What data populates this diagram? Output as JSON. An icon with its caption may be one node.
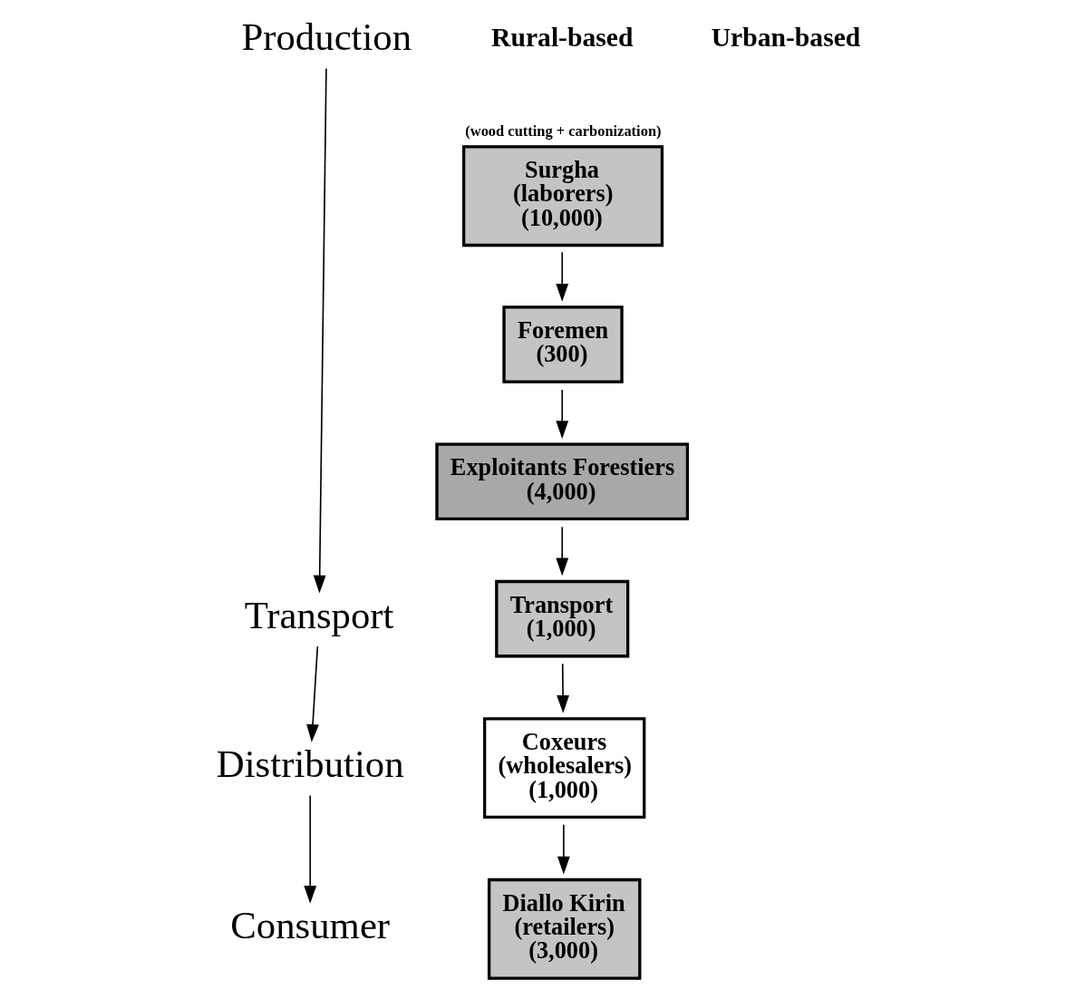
{
  "diagram": {
    "nodes": [
      {
        "text": [
          "Production"
        ]
      },
      {
        "text": [
          "Transport"
        ]
      },
      {
        "text": [
          "Distribution"
        ]
      },
      {
        "text": [
          "Consumer"
        ]
      },
      {
        "text": [
          "Surgha",
          "(laborers)",
          "(10,000)"
        ],
        "beside": [
          "(wood cutting + carbonization)"
        ]
      },
      {
        "text": [
          "Foremen",
          "(300)"
        ]
      },
      {
        "text": [
          "Exploitants Forestiers",
          "(4,000)"
        ]
      },
      {
        "text": [
          "Transport",
          "(1,000)"
        ]
      },
      {
        "text": [
          "Coxeurs",
          "(wholesalers)",
          "(1,000)"
        ]
      },
      {
        "text": [
          "Diallo Kirin",
          "(retailers)",
          "(3,000)"
        ]
      }
    ],
    "edges": [
      {
        "from": 0,
        "to": 1,
        "arrow": "to"
      },
      {
        "from": 1,
        "to": 2,
        "arrow": "to"
      },
      {
        "from": 2,
        "to": 3,
        "arrow": "to"
      },
      {
        "from": 4,
        "to": 5,
        "arrow": "to"
      },
      {
        "from": 5,
        "to": 6,
        "arrow": "to"
      },
      {
        "from": 6,
        "to": 7,
        "arrow": "to"
      },
      {
        "from": 7,
        "to": 8,
        "arrow": "to"
      },
      {
        "from": 8,
        "to": 9,
        "arrow": "to"
      }
    ],
    "labels": [
      "Rural-based",
      "Urban-based"
    ]
  }
}
